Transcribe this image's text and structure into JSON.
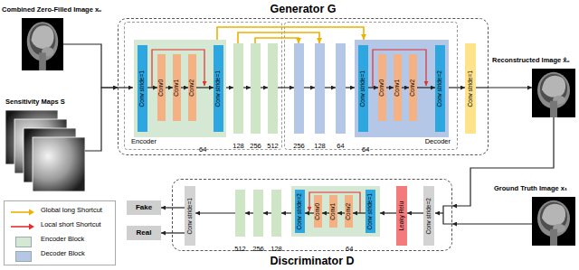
{
  "diagram": {
    "nodes": [
      {
        "text": [
          "Combined Zero-Filled Image xᵤ"
        ]
      },
      {
        "text": [
          "Sensitivity Maps S"
        ]
      },
      {
        "text": [
          "Generator G"
        ]
      },
      {
        "text": [
          "Encoder"
        ],
        "in": 2
      },
      {
        "text": [
          "64"
        ],
        "in": 3
      },
      {
        "text": [
          "Conv stride=1"
        ],
        "in": 4
      },
      {
        "text": [
          "Conv0"
        ],
        "in": 4
      },
      {
        "text": [
          "Conv1"
        ],
        "in": 4
      },
      {
        "text": [
          "Conv2"
        ],
        "in": 4
      },
      {
        "text": [
          "Conv stride=1"
        ],
        "in": 4
      },
      {
        "text": [
          "128"
        ],
        "in": 3
      },
      {
        "text": [
          "256"
        ],
        "in": 3
      },
      {
        "text": [
          "512"
        ],
        "in": 3
      },
      {
        "text": [
          "Decoder"
        ],
        "in": 2
      },
      {
        "text": [
          "256"
        ],
        "in": 13
      },
      {
        "text": [
          "128"
        ],
        "in": 13
      },
      {
        "text": [
          "64"
        ],
        "in": 13
      },
      {
        "text": [
          "64"
        ],
        "in": 13
      },
      {
        "text": [
          "Conv stride=1"
        ],
        "in": 17
      },
      {
        "text": [
          "Conv0"
        ],
        "in": 17
      },
      {
        "text": [
          "Conv1"
        ],
        "in": 17
      },
      {
        "text": [
          "Conv2"
        ],
        "in": 17
      },
      {
        "text": [
          "Conv stride=2"
        ],
        "in": 17
      },
      {
        "text": [
          "Conv stride=1"
        ],
        "in": 2
      },
      {
        "text": [
          "Reconstructed Image x̂ᵤ"
        ]
      },
      {
        "text": [
          "Ground Truth Image xₜ"
        ]
      },
      {
        "text": [
          "Discriminator D"
        ]
      },
      {
        "text": [
          "Conv stride=1"
        ],
        "in": 26
      },
      {
        "text": [
          "512"
        ],
        "in": 26
      },
      {
        "text": [
          "256"
        ],
        "in": 26
      },
      {
        "text": [
          "128"
        ],
        "in": 26
      },
      {
        "text": [
          "64"
        ],
        "in": 26
      },
      {
        "text": [
          "Conv stride=2"
        ],
        "in": 31
      },
      {
        "text": [
          "Conv0"
        ],
        "in": 31
      },
      {
        "text": [
          "Conv1"
        ],
        "in": 31
      },
      {
        "text": [
          "Conv2"
        ],
        "in": 31
      },
      {
        "text": [
          "Conv stride=1"
        ],
        "in": 31
      },
      {
        "text": [
          "Leaky Relu"
        ],
        "in": 26
      },
      {
        "text": [
          "Conv stride=2"
        ],
        "in": 26
      },
      {
        "text": [
          "Fake"
        ]
      },
      {
        "text": [
          "Real"
        ]
      }
    ],
    "edges": [
      {
        "from": 0,
        "to": 2,
        "arrow": "to"
      },
      {
        "from": 1,
        "to": 2,
        "arrow": "to"
      },
      {
        "from": 4,
        "to": 10,
        "arrow": "to"
      },
      {
        "from": 10,
        "to": 11,
        "arrow": "to"
      },
      {
        "from": 11,
        "to": 12,
        "arrow": "to"
      },
      {
        "from": 12,
        "to": 14,
        "arrow": "to"
      },
      {
        "from": 14,
        "to": 15,
        "arrow": "to"
      },
      {
        "from": 15,
        "to": 16,
        "arrow": "to"
      },
      {
        "from": 16,
        "to": 17,
        "arrow": "to"
      },
      {
        "from": 17,
        "to": 23,
        "arrow": "to"
      },
      {
        "from": 5,
        "to": 6,
        "arrow": "to"
      },
      {
        "from": 6,
        "to": 7,
        "arrow": "to"
      },
      {
        "from": 7,
        "to": 8,
        "arrow": "to"
      },
      {
        "from": 8,
        "to": 9,
        "arrow": "to"
      },
      {
        "from": 18,
        "to": 19,
        "arrow": "to"
      },
      {
        "from": 19,
        "to": 20,
        "arrow": "to"
      },
      {
        "from": 20,
        "to": 21,
        "arrow": "to"
      },
      {
        "from": 21,
        "to": 22,
        "arrow": "to"
      },
      {
        "from": 4,
        "to": 17,
        "arrow": "to"
      },
      {
        "from": 10,
        "to": 15,
        "arrow": "to"
      },
      {
        "from": 11,
        "to": 14,
        "arrow": "to"
      },
      {
        "from": 2,
        "to": 24,
        "arrow": "to"
      },
      {
        "from": 24,
        "to": 26,
        "arrow": "to"
      },
      {
        "from": 25,
        "to": 26,
        "arrow": "to"
      },
      {
        "from": 38,
        "to": 37,
        "arrow": "to"
      },
      {
        "from": 37,
        "to": 31,
        "arrow": "to"
      },
      {
        "from": 36,
        "to": 35,
        "arrow": "to"
      },
      {
        "from": 35,
        "to": 34,
        "arrow": "to"
      },
      {
        "from": 34,
        "to": 33,
        "arrow": "to"
      },
      {
        "from": 33,
        "to": 32,
        "arrow": "to"
      },
      {
        "from": 31,
        "to": 30,
        "arrow": "to"
      },
      {
        "from": 30,
        "to": 29,
        "arrow": "to"
      },
      {
        "from": 29,
        "to": 28,
        "arrow": "to"
      },
      {
        "from": 28,
        "to": 27,
        "arrow": "to"
      },
      {
        "from": 27,
        "to": 39,
        "arrow": "to"
      },
      {
        "from": 27,
        "to": 40,
        "arrow": "to"
      }
    ],
    "legend": [
      {
        "text": "Global long Shortcut"
      },
      {
        "text": "Local short Shortcut"
      },
      {
        "text": "Encoder Block",
        "color": "#d5e8d4"
      },
      {
        "text": "Decoder Block",
        "color": "#b4c7e7"
      }
    ]
  }
}
